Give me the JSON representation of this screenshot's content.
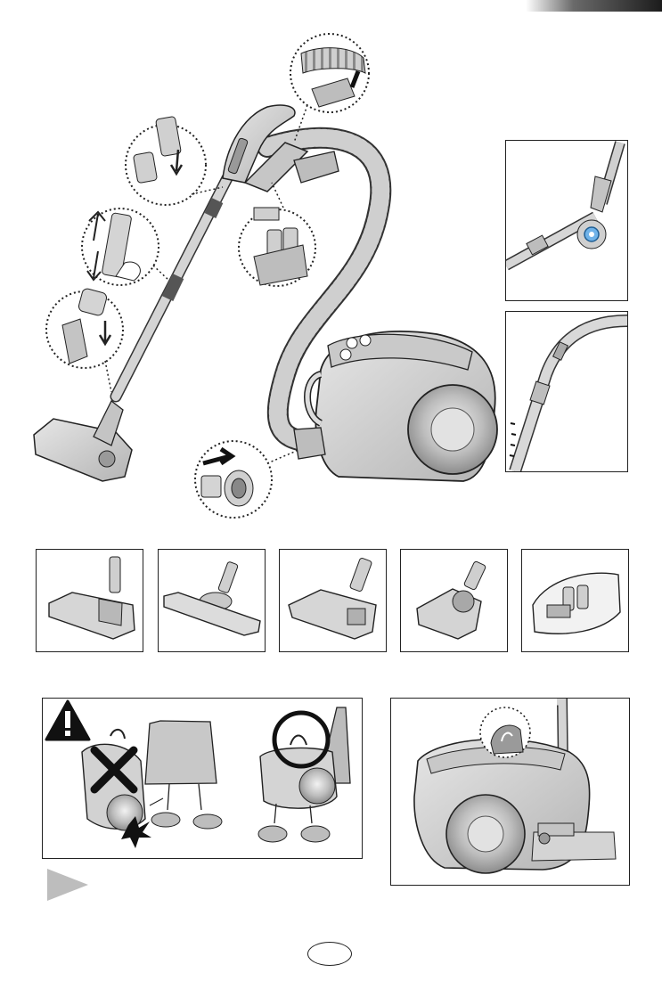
{
  "page": {
    "page_number": "",
    "icons": {
      "warning": "warning-triangle-icon",
      "prohibited": "cross-mark-icon",
      "correct": "circle-mark-icon",
      "note": "grey-arrow-bullet-icon",
      "insert": "insert-arrow-icon"
    },
    "colors": {
      "line": "#222222",
      "body_fill": "#d6d6d6",
      "body_shade": "#a9a9a9",
      "accent_blue": "#6fb2e8"
    }
  },
  "accessories": [
    {
      "name": "floor-brush-wide"
    },
    {
      "name": "parquet-brush"
    },
    {
      "name": "combination-floor-brush"
    },
    {
      "name": "turbo-brush"
    },
    {
      "name": "accessory-bag"
    }
  ]
}
